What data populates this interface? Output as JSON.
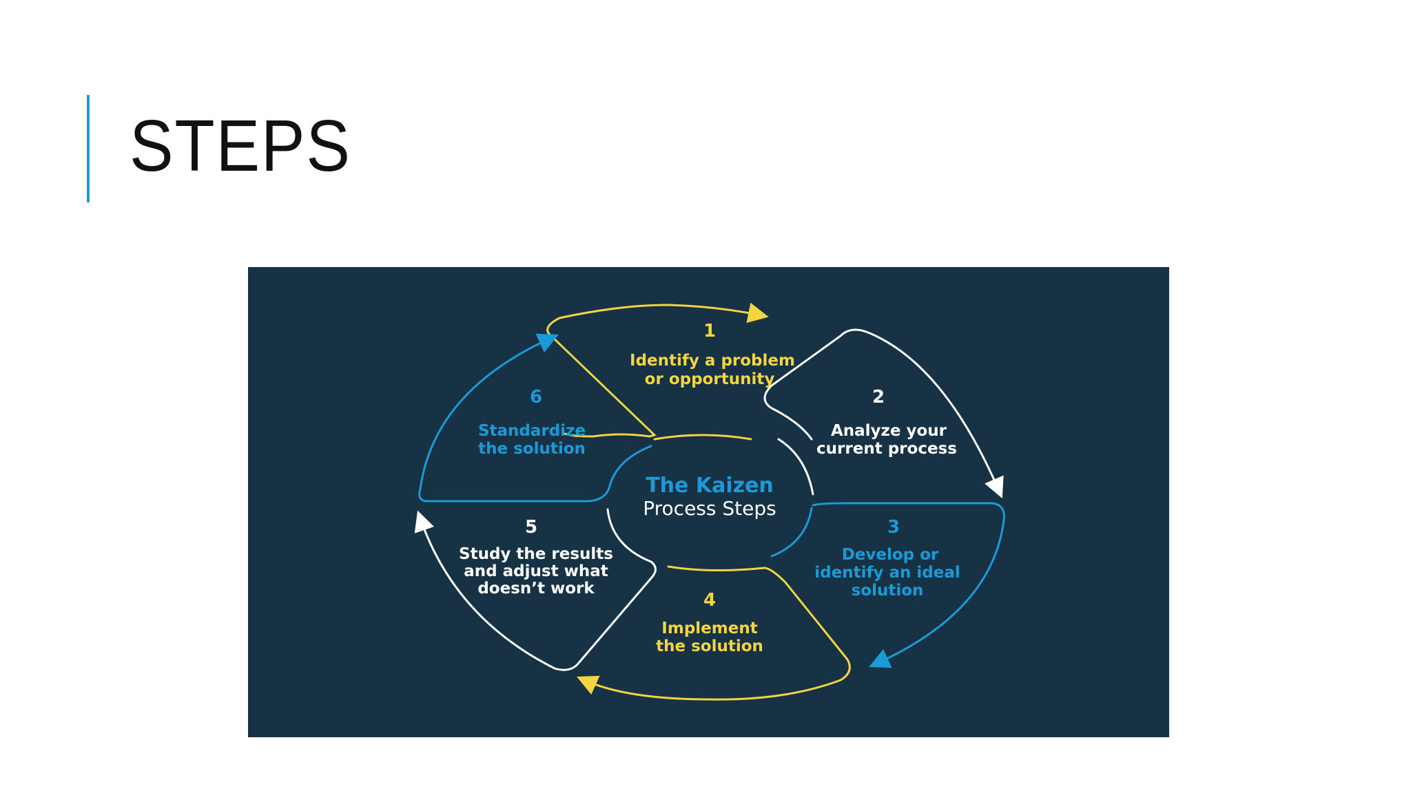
{
  "slide": {
    "title": "STEPS"
  },
  "diagram": {
    "center": {
      "line1": "The Kaizen",
      "line2": "Process Steps"
    },
    "steps": [
      {
        "number": "1",
        "lines": [
          "Identify a problem",
          "or opportunity"
        ],
        "color": "#f2d541"
      },
      {
        "number": "2",
        "lines": [
          "Analyze your",
          "current process"
        ],
        "color": "#ffffff"
      },
      {
        "number": "3",
        "lines": [
          "Develop or",
          "identify an ideal",
          "solution"
        ],
        "color": "#1b9ad8"
      },
      {
        "number": "4",
        "lines": [
          "Implement",
          "the solution"
        ],
        "color": "#f2d541"
      },
      {
        "number": "5",
        "lines": [
          "Study the results",
          "and adjust what",
          "doesn’t work"
        ],
        "color": "#ffffff"
      },
      {
        "number": "6",
        "lines": [
          "Standardize",
          "the solution"
        ],
        "color": "#1b9ad8"
      }
    ]
  },
  "colors": {
    "accent": "#1e9bd7",
    "panel_background": "#173244",
    "yellow": "#f2d541",
    "white": "#ffffff",
    "blue": "#1b9ad8"
  }
}
